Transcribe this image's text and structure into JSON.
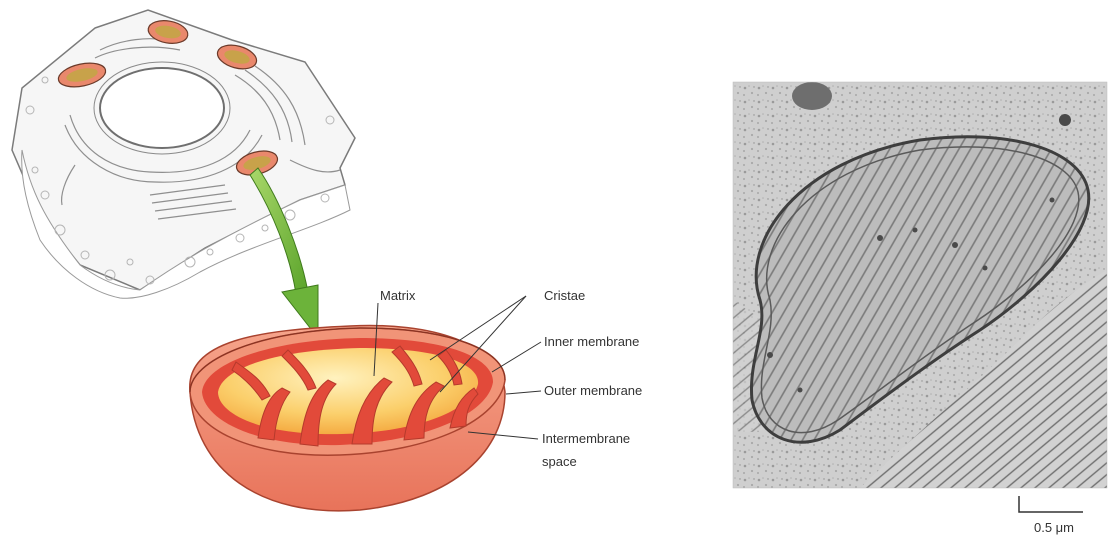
{
  "labels": {
    "matrix": "Matrix",
    "cristae": "Cristae",
    "inner_membrane": "Inner membrane",
    "outer_membrane": "Outer membrane",
    "intermembrane_line1": "Intermembrane",
    "intermembrane_line2": "space"
  },
  "micrograph": {
    "scale_bar_label": "0.5 μm"
  },
  "colors": {
    "outer_membrane": "#ee8a6e",
    "intermembrane": "#e34a3c",
    "matrix": "#f8b94a",
    "matrix_light": "#fde39a",
    "arrow": "#7ec13a",
    "micrograph_bg": "#c9c9c9"
  }
}
